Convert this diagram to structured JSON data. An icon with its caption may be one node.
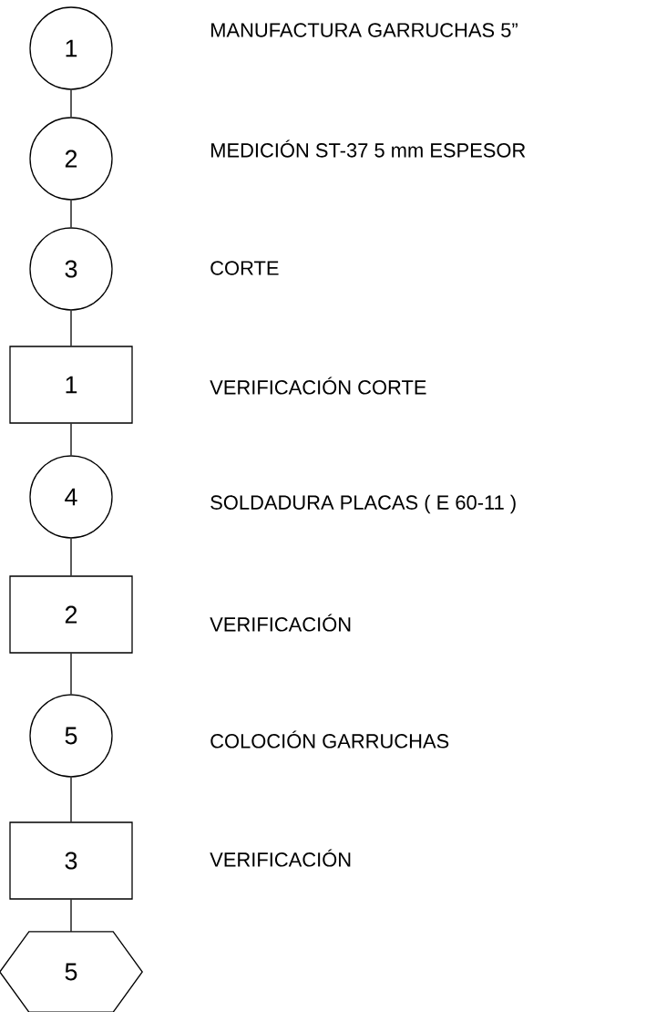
{
  "diagram": {
    "nodes": [
      {
        "text": [
          "1"
        ]
      },
      {
        "text": [
          "2"
        ]
      },
      {
        "text": [
          "3"
        ]
      },
      {
        "text": [
          "1"
        ]
      },
      {
        "text": [
          "4"
        ]
      },
      {
        "text": [
          "2"
        ]
      },
      {
        "text": [
          "5"
        ]
      },
      {
        "text": [
          "3"
        ]
      },
      {
        "text": [
          "5"
        ]
      }
    ],
    "edges": [
      {
        "from": 0,
        "to": 1,
        "arrow": "none"
      },
      {
        "from": 1,
        "to": 2,
        "arrow": "none"
      },
      {
        "from": 2,
        "to": 3,
        "arrow": "none"
      },
      {
        "from": 3,
        "to": 4,
        "arrow": "none"
      },
      {
        "from": 4,
        "to": 5,
        "arrow": "none"
      },
      {
        "from": 5,
        "to": 6,
        "arrow": "none"
      },
      {
        "from": 6,
        "to": 7,
        "arrow": "none"
      },
      {
        "from": 7,
        "to": 8,
        "arrow": "none"
      }
    ],
    "labels": [
      "MANUFACTURA GARRUCHAS 5”",
      "MEDICIÓN ST-37 5 mm ESPESOR",
      "CORTE",
      "VERIFICACIÓN CORTE",
      "SOLDADURA PLACAS ( E 60-11 )",
      "VERIFICACIÓN",
      "COLOCIÓN GARRUCHAS",
      "VERIFICACIÓN"
    ]
  }
}
